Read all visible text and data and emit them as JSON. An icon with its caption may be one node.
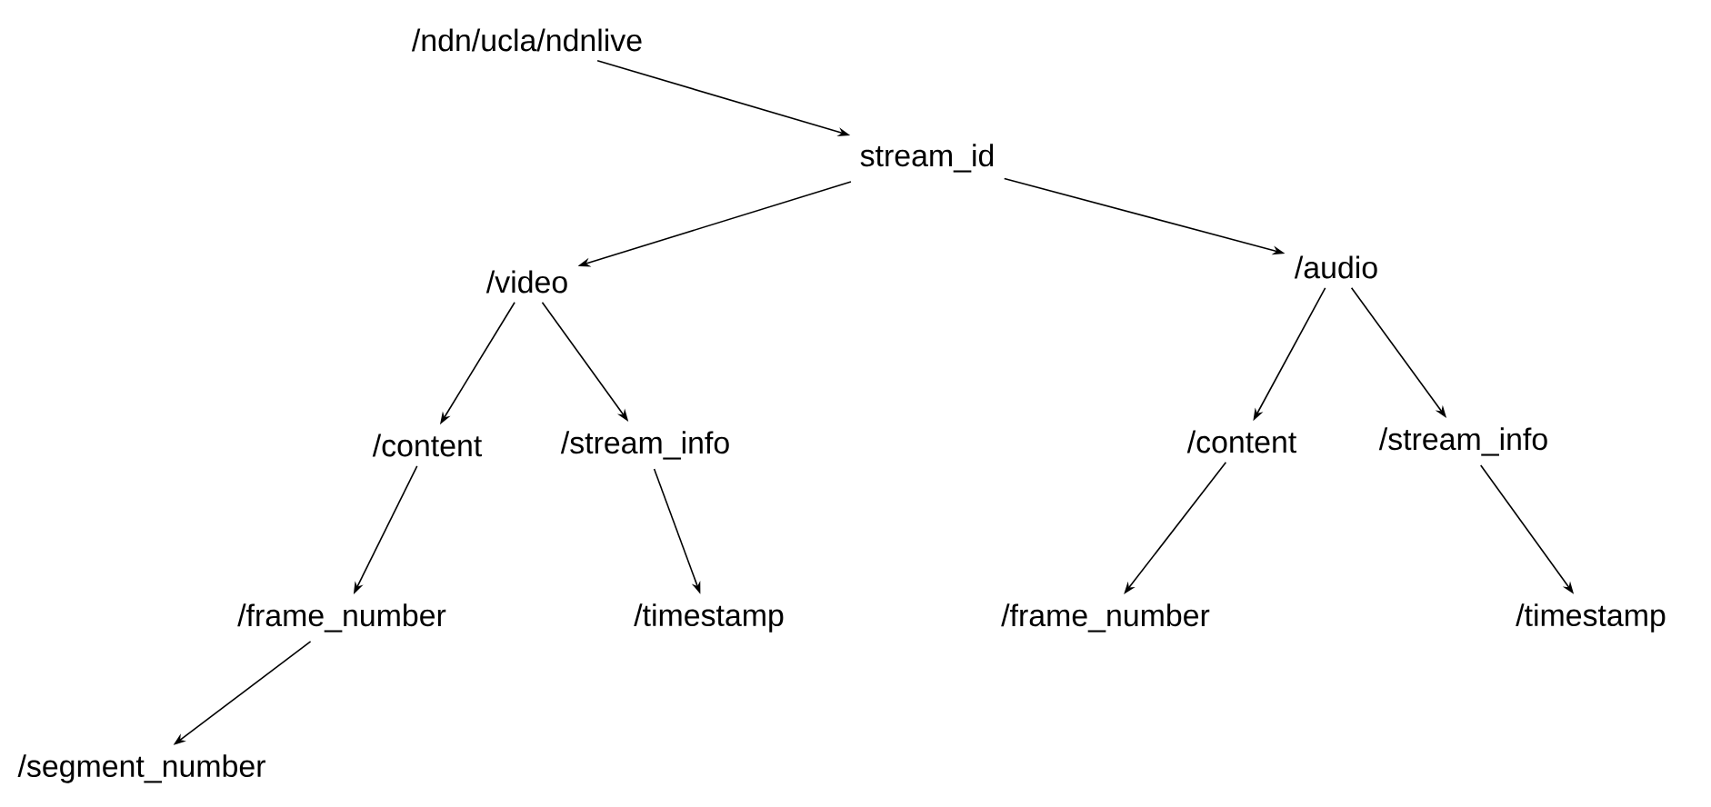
{
  "diagram": {
    "nodes": [
      {
        "text": [
          "/ndn/ucla/ndnlive"
        ]
      },
      {
        "text": [
          "stream_id"
        ]
      },
      {
        "text": [
          "/video"
        ]
      },
      {
        "text": [
          "/audio"
        ]
      },
      {
        "text": [
          "/content"
        ]
      },
      {
        "text": [
          "/stream_info"
        ]
      },
      {
        "text": [
          "/content"
        ]
      },
      {
        "text": [
          "/stream_info"
        ]
      },
      {
        "text": [
          "/frame_number"
        ]
      },
      {
        "text": [
          "/timestamp"
        ]
      },
      {
        "text": [
          "/frame_number"
        ]
      },
      {
        "text": [
          "/timestamp"
        ]
      },
      {
        "text": [
          "/segment_number"
        ]
      }
    ],
    "edges": [
      {
        "from": 0,
        "to": 1,
        "arrow": "to"
      },
      {
        "from": 1,
        "to": 2,
        "arrow": "to"
      },
      {
        "from": 1,
        "to": 3,
        "arrow": "to"
      },
      {
        "from": 2,
        "to": 4,
        "arrow": "to"
      },
      {
        "from": 2,
        "to": 5,
        "arrow": "to"
      },
      {
        "from": 3,
        "to": 6,
        "arrow": "to"
      },
      {
        "from": 3,
        "to": 7,
        "arrow": "to"
      },
      {
        "from": 4,
        "to": 8,
        "arrow": "to"
      },
      {
        "from": 5,
        "to": 9,
        "arrow": "to"
      },
      {
        "from": 6,
        "to": 10,
        "arrow": "to"
      },
      {
        "from": 7,
        "to": 11,
        "arrow": "to"
      },
      {
        "from": 8,
        "to": 12,
        "arrow": "to"
      }
    ]
  }
}
